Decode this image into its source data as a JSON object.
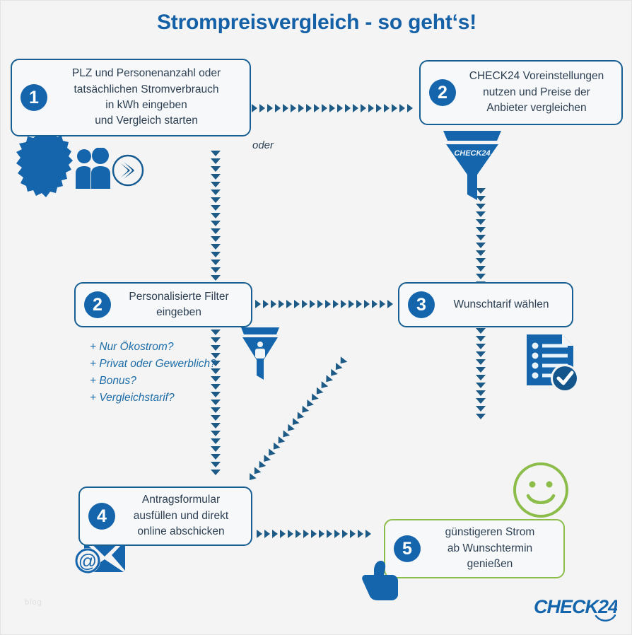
{
  "page": {
    "title": "Strompreisvergleich - so geht‘s!",
    "watermark": "blog",
    "brand": "CHECK24",
    "colors": {
      "background": "#f4f4f4",
      "brand_blue": "#1565ac",
      "title_blue": "#1461a8",
      "line_blue": "#175f92",
      "text_slate": "#2c3f52",
      "green": "#8cbd4a",
      "arrow_blue": "#1d5b86"
    }
  },
  "connector_labels": {
    "or": "oder"
  },
  "steps": [
    {
      "number": "1",
      "text": "PLZ und Personenanzahl oder\ntatsächlichen Stromverbrauch\nin kWh eingeben\nund Vergleich starten",
      "accent": "blue"
    },
    {
      "number": "2",
      "text": "CHECK24 Voreinstellungen\nnutzen und Preise der\nAnbieter vergleichen",
      "accent": "blue"
    },
    {
      "number": "2",
      "text": "Personalisierte Filter\neingeben",
      "accent": "blue"
    },
    {
      "number": "3",
      "text": "Wunschtarif wählen",
      "accent": "blue"
    },
    {
      "number": "4",
      "text": "Antragsformular\nausfüllen und direkt\nonline abschicken",
      "accent": "blue"
    },
    {
      "number": "5",
      "text": "günstigeren Strom\nab Wunschtermin\ngenießen",
      "accent": "green"
    }
  ],
  "filters": {
    "items": [
      "+ Nur Ökostrom?",
      "+ Privat oder Gewerblich?",
      "+ Bonus?",
      "+ Vergleichstarif?"
    ]
  },
  "icons": {
    "germany_map": "germany-map-icon",
    "people": "people-icon",
    "energy_bolt": "energy-bolt-icon",
    "check24_funnel": "check24-funnel-icon",
    "funnel_person": "funnel-person-icon",
    "document_check": "document-check-icon",
    "email": "email-at-icon",
    "thumbs_up": "thumbs-up-icon",
    "smiley": "smiley-icon"
  },
  "funnel_label": "CHECK24"
}
